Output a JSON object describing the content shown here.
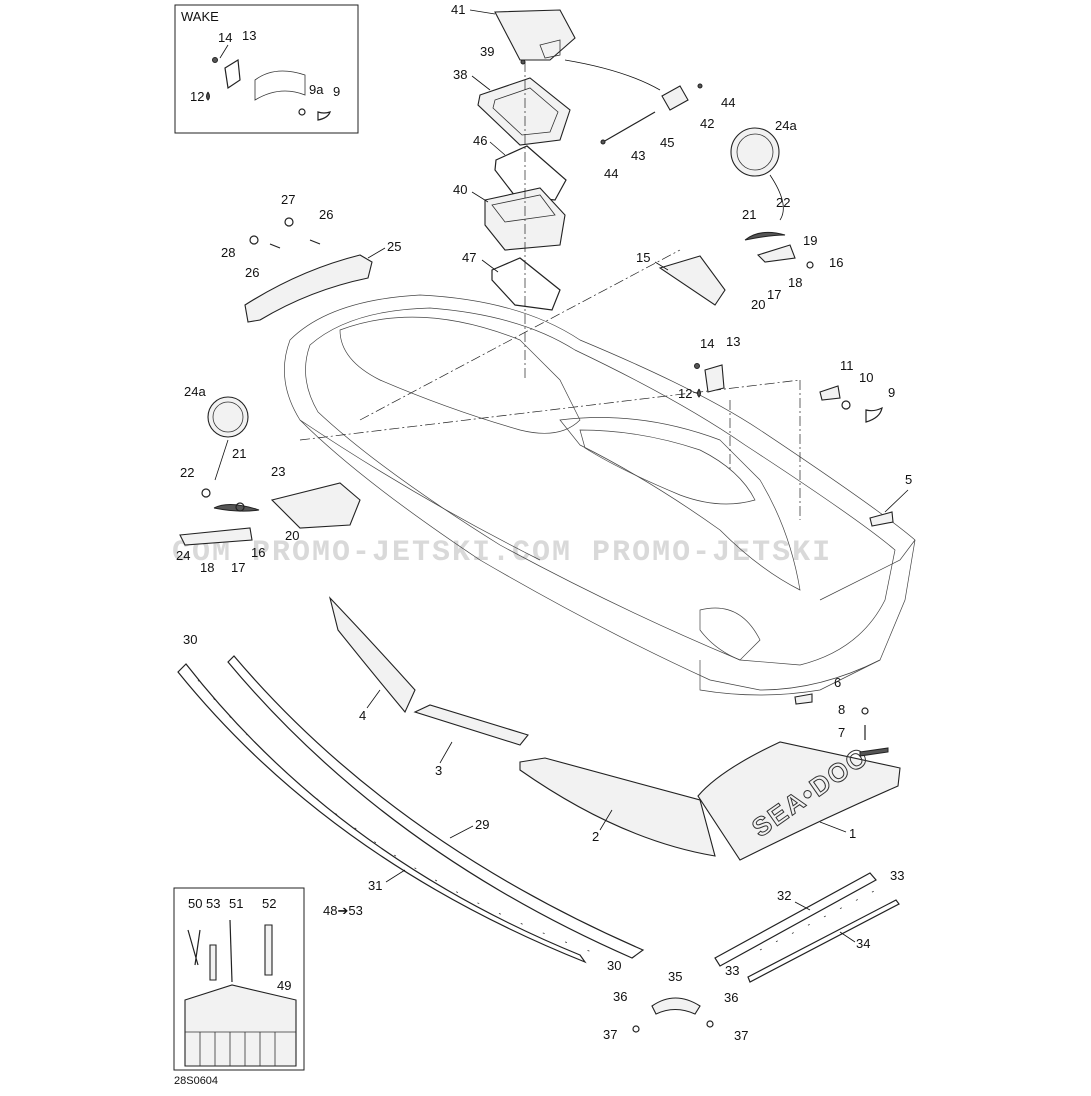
{
  "watermark": "COM PROMO-JETSKI.COM PROMO-JETSKI",
  "drawing_code": "28S0604",
  "wake_inset": {
    "title": "WAKE",
    "labels": [
      "14",
      "13",
      "12",
      "9a",
      "9"
    ]
  },
  "tools_inset": {
    "range_label": "48➔53",
    "labels": [
      "50",
      "53",
      "51",
      "52",
      "49"
    ]
  },
  "hull_decal_text": "SEA•DOO",
  "callouts": {
    "c41": "41",
    "c39": "39",
    "c38": "38",
    "c46": "46",
    "c40": "40",
    "c47": "47",
    "c44a": "44",
    "c42": "42",
    "c45": "45",
    "c43": "43",
    "c44b": "44",
    "c24a_top": "24a",
    "c22_top": "22",
    "c21_top": "21",
    "c19": "19",
    "c16_top": "16",
    "c18_top": "18",
    "c17_top": "17",
    "c15": "15",
    "c20_top": "20",
    "c27": "27",
    "c26a": "26",
    "c28": "28",
    "c26b": "26",
    "c25": "25",
    "c14": "14",
    "c13": "13",
    "c12": "12",
    "c11": "11",
    "c10": "10",
    "c9": "9",
    "c24a_left": "24a",
    "c22_left": "22",
    "c21_left": "21",
    "c23": "23",
    "c20_left": "20",
    "c16_left": "16",
    "c18_left": "18",
    "c17_left": "17",
    "c24_left": "24",
    "c5": "5",
    "c6": "6",
    "c8": "8",
    "c7": "7",
    "c1": "1",
    "c2": "2",
    "c3": "3",
    "c4": "4",
    "c30_top": "30",
    "c29": "29",
    "c31": "31",
    "c30_bottom": "30",
    "c32": "32",
    "c33_top": "33",
    "c33_bottom": "33",
    "c34": "34",
    "c35": "35",
    "c36_left": "36",
    "c36_right": "36",
    "c37_left": "37",
    "c37_right": "37"
  }
}
